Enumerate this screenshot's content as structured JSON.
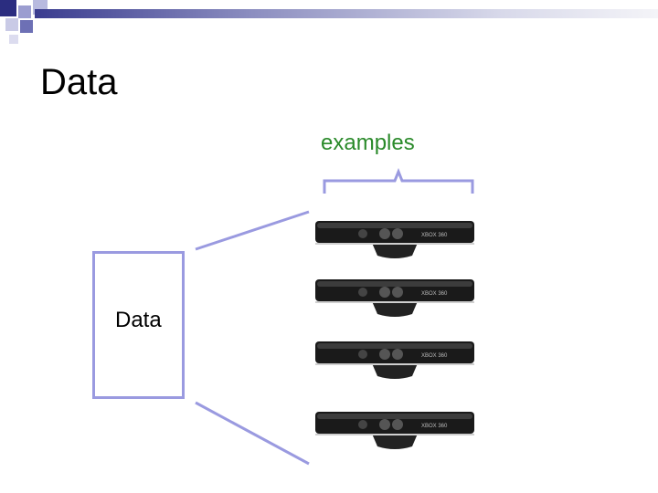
{
  "slide": {
    "title": "Data",
    "examples_label": "examples",
    "data_box_label": "Data"
  },
  "images": [
    {
      "name": "kinect-sensor",
      "brand_text": "XBOX 360"
    },
    {
      "name": "kinect-sensor",
      "brand_text": "XBOX 360"
    },
    {
      "name": "kinect-sensor",
      "brand_text": "XBOX 360"
    },
    {
      "name": "kinect-sensor",
      "brand_text": "XBOX 360"
    }
  ],
  "colors": {
    "title_bar": "#3a3c8f",
    "accent_lines": "#9a9ae0",
    "examples_text": "#2a8a2a",
    "brace": "#9a9ae0"
  }
}
